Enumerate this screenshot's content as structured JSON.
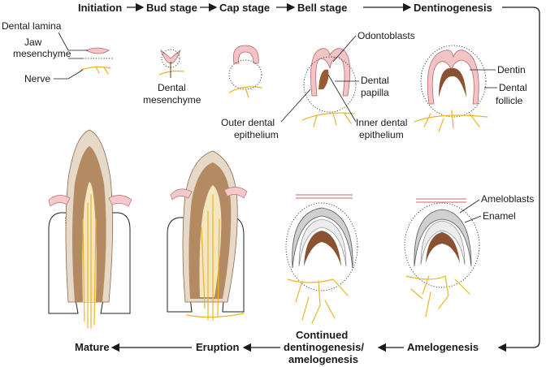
{
  "stages_top": {
    "initiation": "Initiation",
    "bud": "Bud stage",
    "cap": "Cap stage",
    "bell": "Bell stage",
    "dentinogenesis": "Dentinogenesis"
  },
  "stages_bottom": {
    "mature": "Mature",
    "eruption": "Eruption",
    "continued_1": "Continued",
    "continued_2": "dentinogenesis/",
    "continued_3": "amelogenesis",
    "amelogenesis": "Amelogenesis"
  },
  "labels": {
    "dental_lamina": "Dental lamina",
    "jaw_1": "Jaw",
    "jaw_2": "mesenchyme",
    "nerve": "Nerve",
    "dental_mes_1": "Dental",
    "dental_mes_2": "mesenchyme",
    "odontoblasts": "Odontoblasts",
    "dental_papilla_1": "Dental",
    "dental_papilla_2": "papilla",
    "outer_1": "Outer dental",
    "outer_2": "epithelium",
    "inner_1": "Inner dental",
    "inner_2": "epithelium",
    "dentin": "Dentin",
    "follicle_1": "Dental",
    "follicle_2": "follicle",
    "ameloblasts": "Ameloblasts",
    "enamel": "Enamel"
  },
  "colors": {
    "epithelium_pink": "#f2c4c6",
    "nerve_yellow": "#e8b52a",
    "dentin_brown": "#a0673d",
    "enamel_tan": "#e6d9c8",
    "pulp_tan": "#c9a67c"
  }
}
